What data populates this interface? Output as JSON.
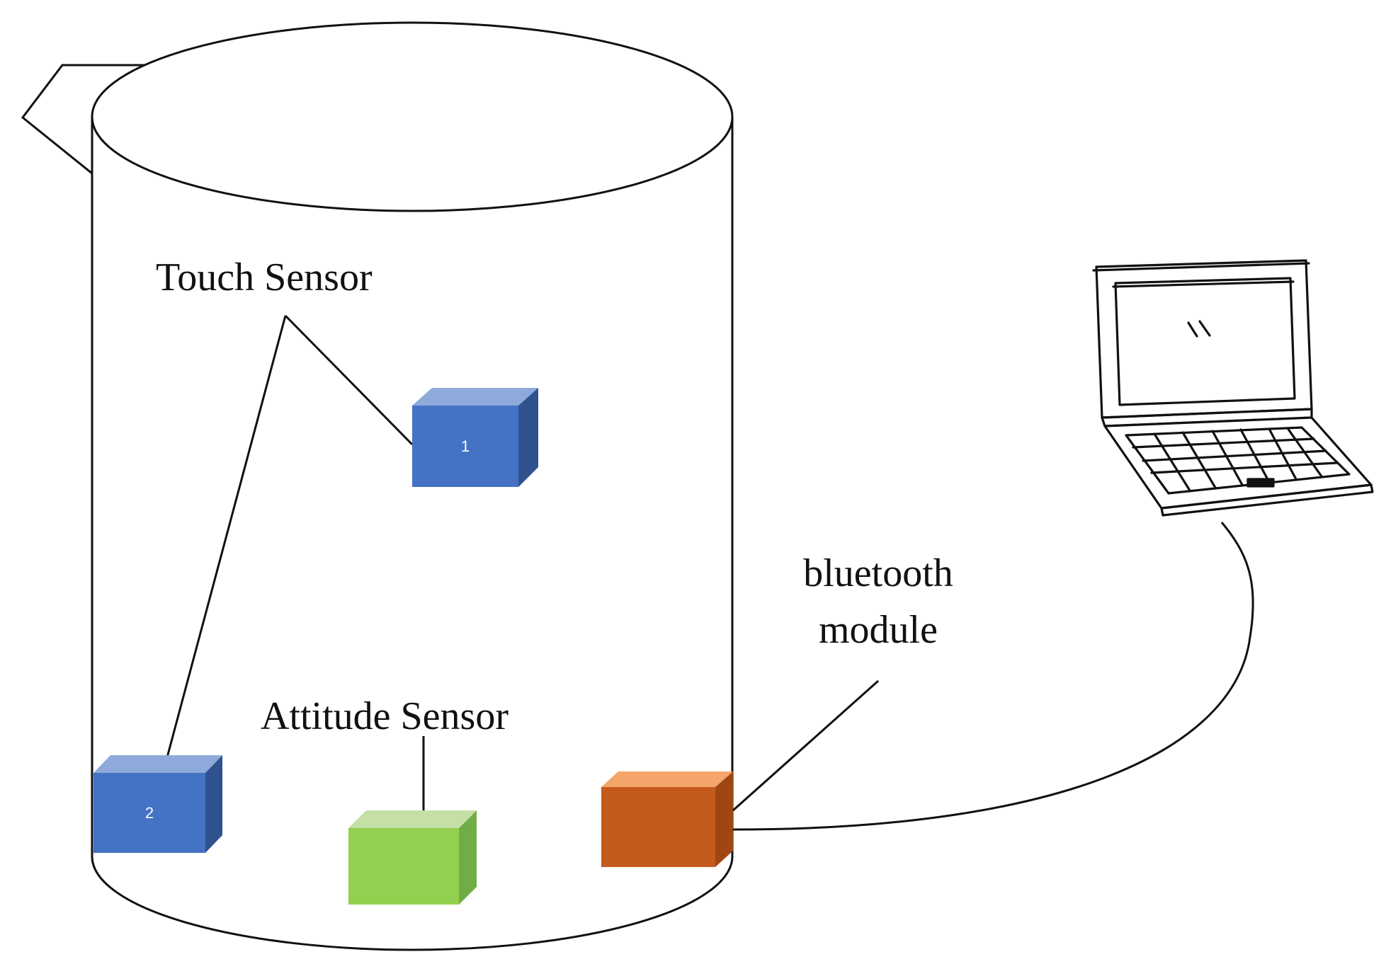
{
  "labels": {
    "touch_sensor": "Touch Sensor",
    "attitude_sensor": "Attitude Sensor",
    "bluetooth_line1": "bluetooth",
    "bluetooth_line2": "module"
  },
  "sensors": {
    "touch_1": {
      "number": "1",
      "color": "#4472c4"
    },
    "touch_2": {
      "number": "2",
      "color": "#4472c4"
    },
    "attitude": {
      "color": "#92d050"
    },
    "bluetooth": {
      "color": "#c55a1e"
    }
  },
  "icons": {
    "container": "cylinder-cup",
    "computer": "laptop-icon"
  }
}
